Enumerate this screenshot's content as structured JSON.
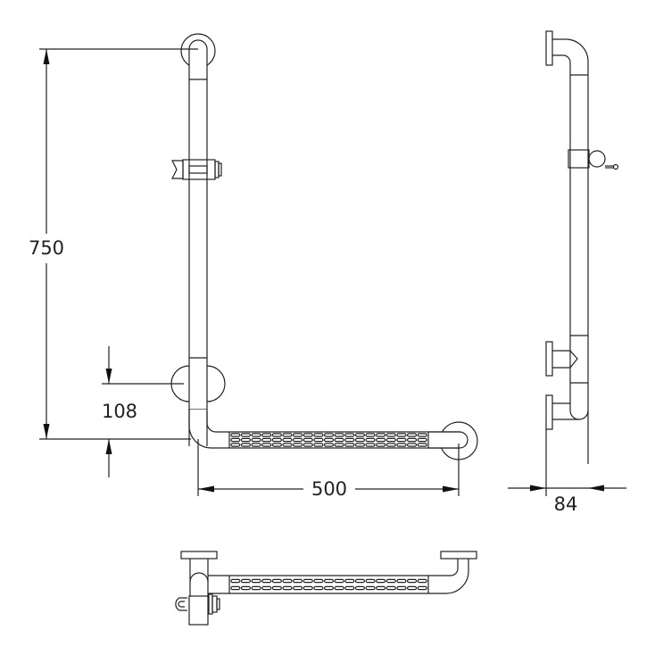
{
  "dimensions": {
    "height": "750",
    "flange_offset": "108",
    "length": "500",
    "depth": "84"
  },
  "colors": {
    "line": "#222222",
    "background": "#ffffff"
  }
}
